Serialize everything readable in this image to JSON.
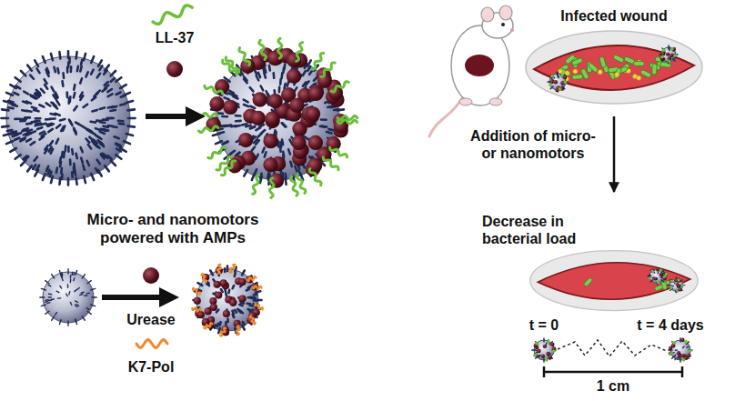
{
  "diagram": {
    "nodes": [
      {
        "text": [
          "Infected wound"
        ]
      },
      {
        "text": [
          "Decrease in bacterial load"
        ]
      }
    ],
    "edges": [
      {
        "from": 0,
        "to": 1,
        "arrow": "to",
        "label": "Addition of micro- or nanomotors"
      }
    ],
    "labels": [
      "LL-37",
      "Urease",
      "Micro- and nanomotors powered with AMPs",
      "K7-Pol",
      "t = 0",
      "t = 4 days",
      "1 cm"
    ]
  }
}
